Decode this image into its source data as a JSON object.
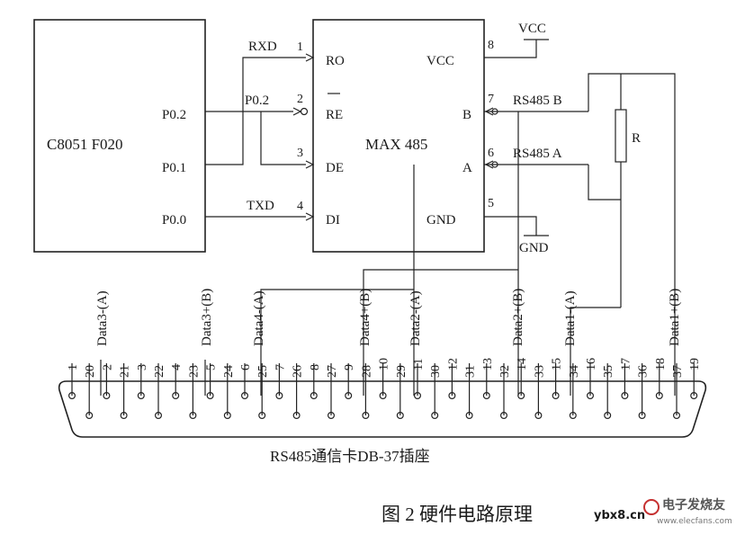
{
  "mcu": {
    "name": "C8051 F020",
    "pins": [
      "P0.2",
      "P0.1",
      "P0.0"
    ]
  },
  "max485": {
    "name": "MAX 485",
    "left_pins": [
      "RO",
      "RE",
      "DE",
      "DI"
    ],
    "right_pins": [
      "VCC",
      "B",
      "A",
      "GND"
    ],
    "pin_numbers_left": [
      "1",
      "2",
      "3",
      "4"
    ],
    "pin_numbers_right": [
      "8",
      "7",
      "6",
      "5"
    ]
  },
  "nets": {
    "rxd": "RXD",
    "p02": "P0.2",
    "txd": "TXD",
    "vcc": "VCC",
    "gnd": "GND",
    "rs485b": "RS485 B",
    "rs485a": "RS485 A",
    "resistor": "R"
  },
  "data_lines": [
    "Data3-(A)",
    "Data3+(B)",
    "Data4-(A)",
    "Data4+(B)",
    "Data2-(A)",
    "Data2+(B)",
    "Data1-(A)",
    "Data1+(B)"
  ],
  "connector": {
    "pin_order": [
      "1",
      "20",
      "2",
      "21",
      "3",
      "22",
      "4",
      "23",
      "5",
      "24",
      "6",
      "25",
      "7",
      "26",
      "8",
      "27",
      "9",
      "28",
      "10",
      "29",
      "11",
      "30",
      "12",
      "31",
      "13",
      "32",
      "14",
      "33",
      "15",
      "34",
      "16",
      "35",
      "17",
      "36",
      "18",
      "37",
      "19"
    ],
    "label": "RS485通信卡DB-37插座"
  },
  "caption": "图 2  硬件电路原理",
  "watermark": {
    "site": "ybx8.cn",
    "brand": "电子发烧友",
    "url": "www.elecfans.com"
  }
}
